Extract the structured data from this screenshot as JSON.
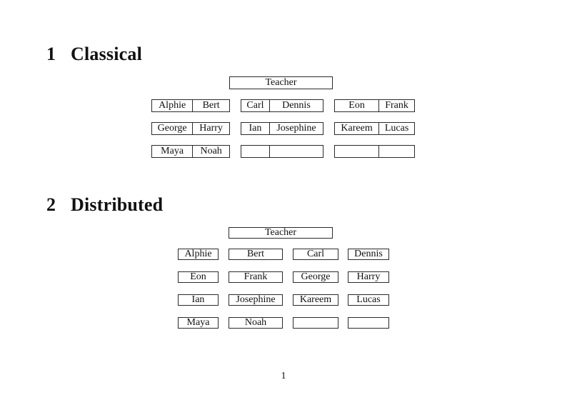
{
  "page_number": "1",
  "colors": {
    "background": "#ffffff",
    "text": "#111111",
    "box_border": "#2a2a2a"
  },
  "classical": {
    "number": "1",
    "title": "Classical",
    "teacher": "Teacher",
    "rows": [
      [
        {
          "a": "Alphie",
          "b": "Bert"
        },
        {
          "a": "Carl",
          "b": "Dennis"
        },
        {
          "a": "Eon",
          "b": "Frank"
        }
      ],
      [
        {
          "a": "George",
          "b": "Harry"
        },
        {
          "a": "Ian",
          "b": "Josephine"
        },
        {
          "a": "Kareem",
          "b": "Lucas"
        }
      ],
      [
        {
          "a": "Maya",
          "b": "Noah"
        },
        {
          "a": "",
          "b": ""
        },
        {
          "a": "",
          "b": ""
        }
      ]
    ]
  },
  "distributed": {
    "number": "2",
    "title": "Distributed",
    "teacher": "Teacher",
    "rows": [
      [
        "Alphie",
        "Bert",
        "Carl",
        "Dennis"
      ],
      [
        "Eon",
        "Frank",
        "George",
        "Harry"
      ],
      [
        "Ian",
        "Josephine",
        "Kareem",
        "Lucas"
      ],
      [
        "Maya",
        "Noah",
        "",
        ""
      ]
    ]
  }
}
